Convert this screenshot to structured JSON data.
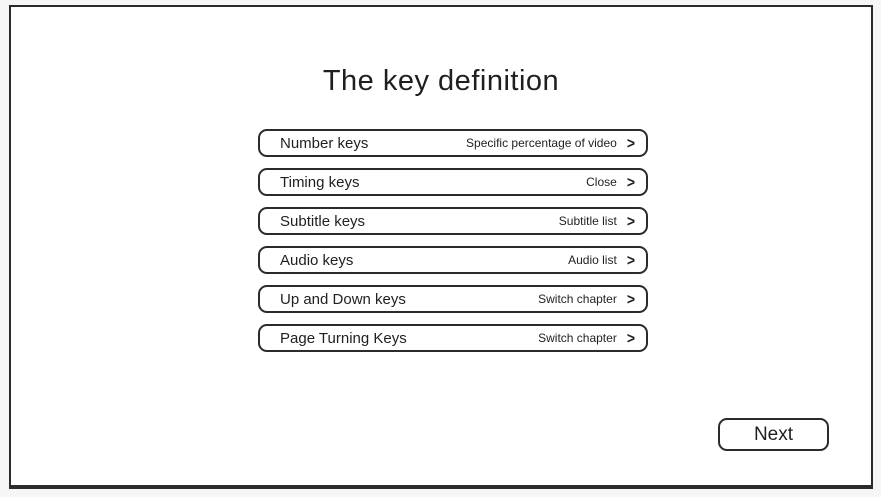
{
  "page": {
    "title": "The key definition"
  },
  "rows": [
    {
      "label": "Number keys",
      "value": "Specific percentage of video"
    },
    {
      "label": "Timing keys",
      "value": "Close"
    },
    {
      "label": "Subtitle keys",
      "value": "Subtitle list"
    },
    {
      "label": "Audio keys",
      "value": "Audio list"
    },
    {
      "label": "Up and Down keys",
      "value": "Switch chapter"
    },
    {
      "label": "Page Turning Keys",
      "value": "Switch chapter"
    }
  ],
  "icons": {
    "chevron_right": ">"
  },
  "footer": {
    "next_label": "Next"
  },
  "colors": {
    "border": "#2b2b2b",
    "text": "#1f1f1f",
    "background": "#ffffff"
  }
}
